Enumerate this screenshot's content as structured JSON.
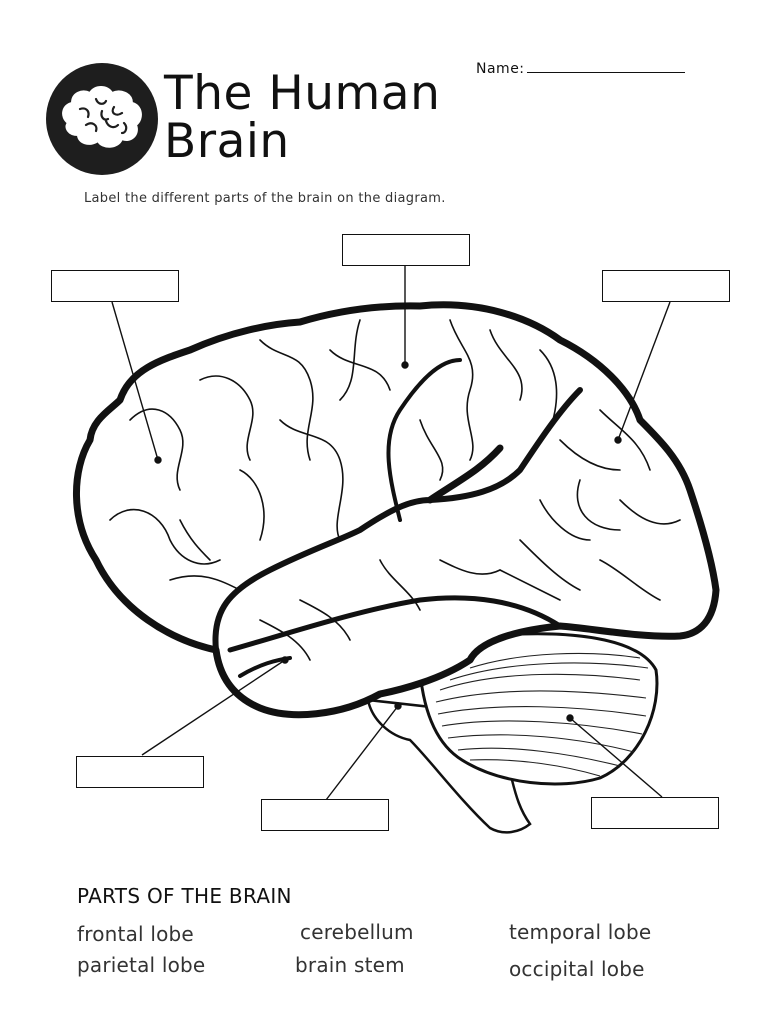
{
  "header": {
    "title_line1": "The Human",
    "title_line2": "Brain",
    "name_label": "Name:",
    "instructions": "Label the different parts of the brain on the diagram."
  },
  "logo": {
    "icon": "brain-icon",
    "background_color": "#1e1e1e"
  },
  "parts": {
    "heading": "PARTS OF THE BRAIN",
    "items": [
      "frontal lobe",
      "parietal lobe",
      "cerebellum",
      "brain stem",
      "temporal lobe",
      "occipital lobe"
    ]
  },
  "colors": {
    "ink": "#111111",
    "paper": "#ffffff"
  }
}
